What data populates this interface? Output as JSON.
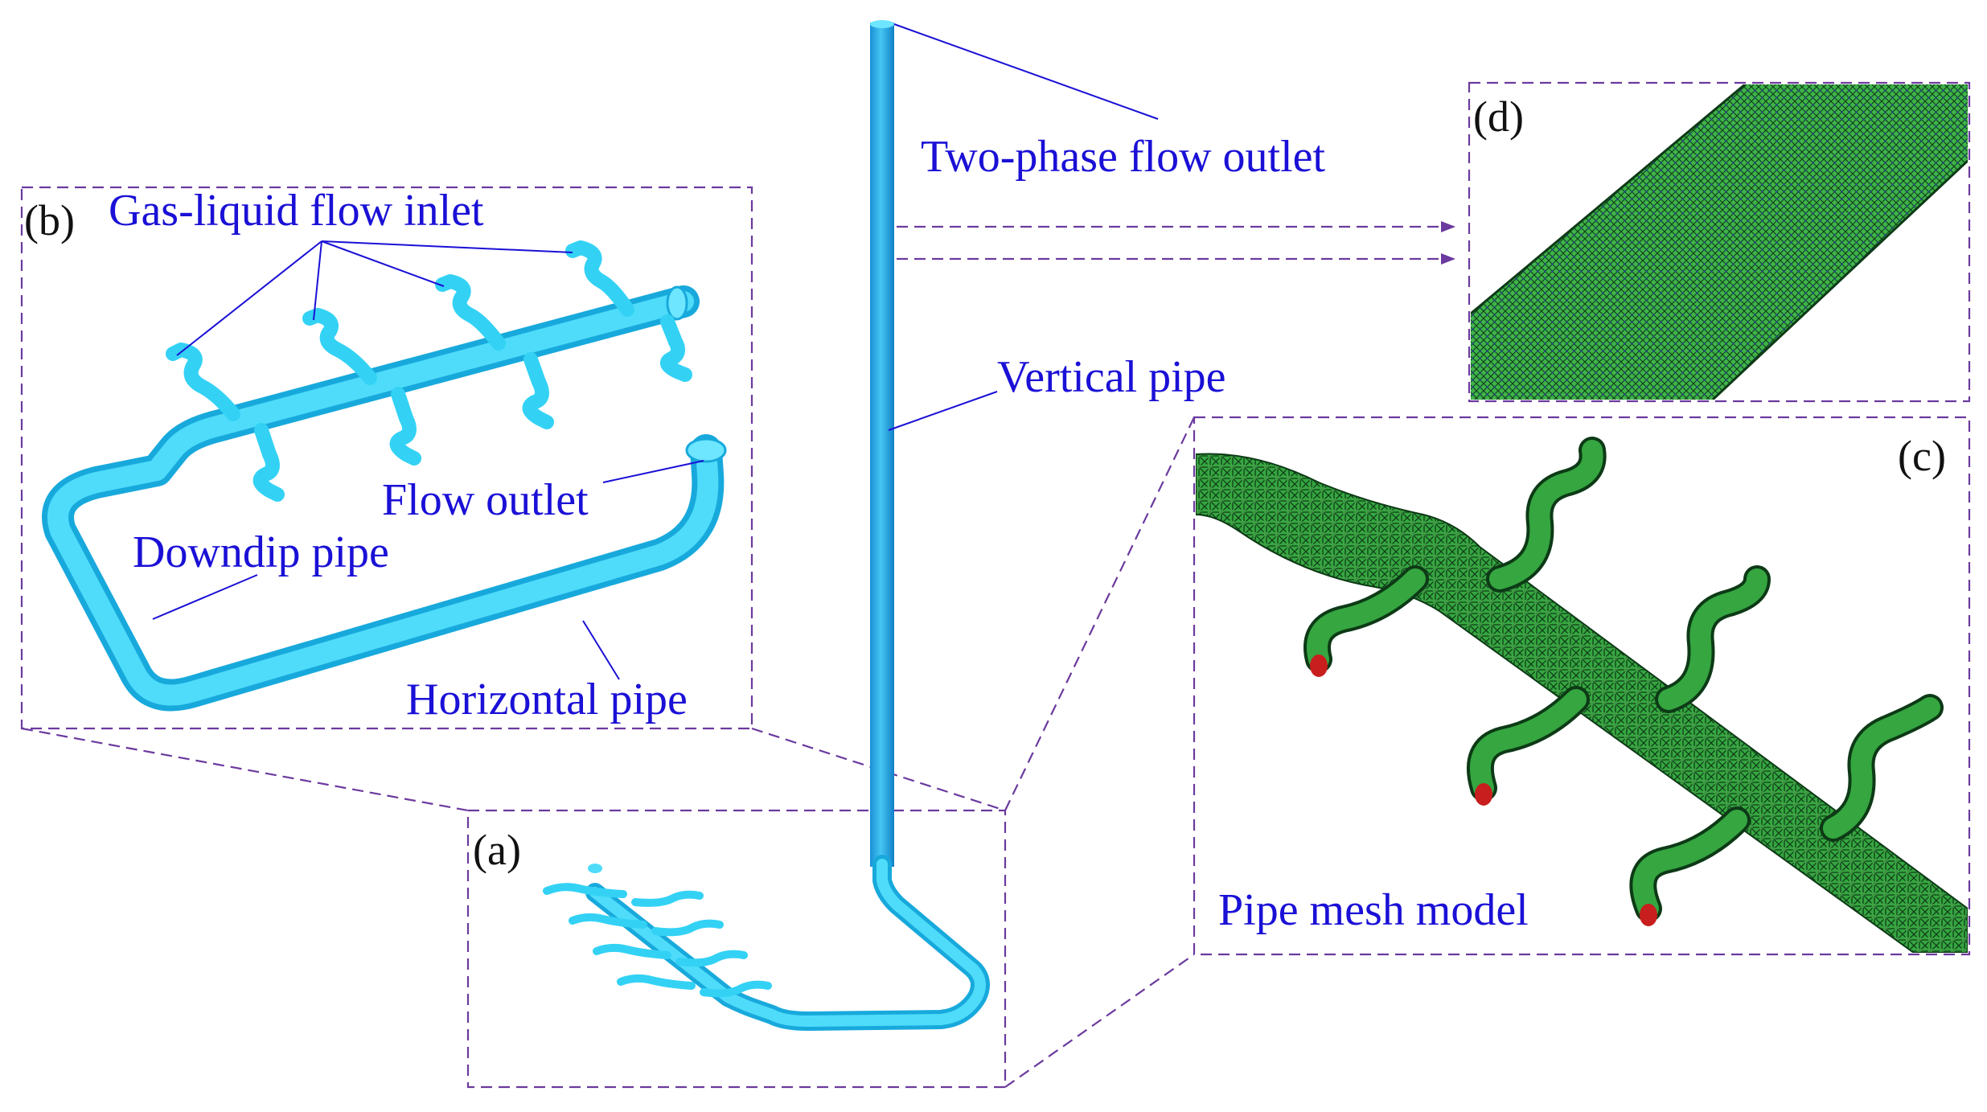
{
  "panels": {
    "a": "(a)",
    "b": "(b)",
    "c": "(c)",
    "d": "(d)"
  },
  "labels": {
    "gas_liquid_inlet": "Gas-liquid flow inlet",
    "flow_outlet": "Flow outlet",
    "downdip_pipe": "Downdip pipe",
    "horizontal_pipe": "Horizontal pipe",
    "two_phase_outlet": "Two-phase flow outlet",
    "vertical_pipe": "Vertical pipe",
    "pipe_mesh_model": "Pipe mesh model"
  },
  "colors": {
    "pipe": "#33d2f5",
    "pipe_dark": "#1aa6d8",
    "mesh": "#2e8b3c",
    "label_blue": "#1a10d6",
    "frame_purple": "#6b3a9e",
    "inlet_cap_red": "#c81e1e"
  }
}
